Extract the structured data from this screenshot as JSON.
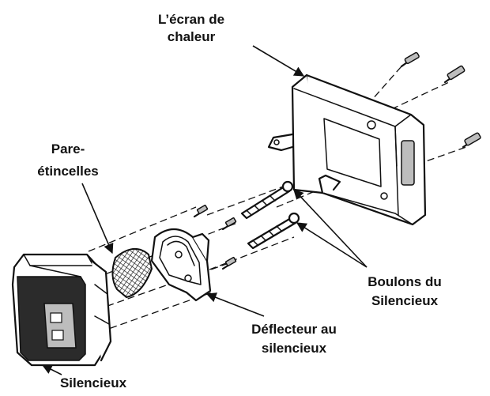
{
  "labels": {
    "heat_shield_line1": "L’écran de",
    "heat_shield_line2": "chaleur",
    "spark_arrester_line1": "Pare-",
    "spark_arrester_line2": "étincelles",
    "muffler_bolts_line1": "Boulons du",
    "muffler_bolts_line2": "Silencieux",
    "muffler_deflector_line1": "Déflecteur au",
    "muffler_deflector_line2": "silencieux",
    "muffler": "Silencieux"
  },
  "colors": {
    "ink": "#111111",
    "background": "#ffffff"
  }
}
